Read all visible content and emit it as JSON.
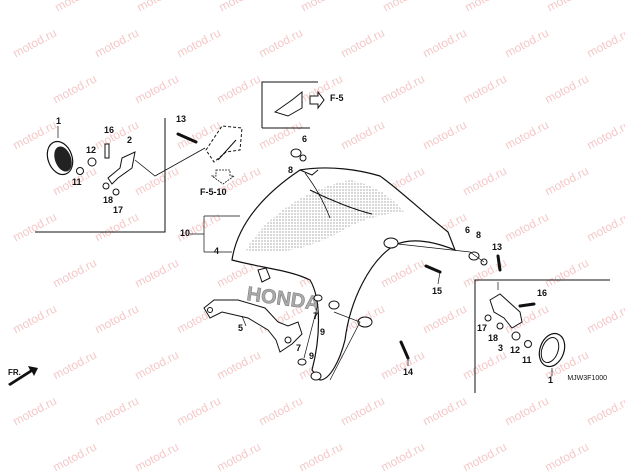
{
  "watermark": "motod.ru",
  "diagram_code": "MJW3F1000",
  "front_label": "FR.",
  "refs": {
    "f5": "F-5",
    "f510": "F-5-10"
  },
  "brand_text": "HONDA",
  "callouts": {
    "c1a": "1",
    "c1b": "1",
    "c2": "2",
    "c3": "3",
    "c4": "4",
    "c5": "5",
    "c6a": "6",
    "c6b": "6",
    "c7a": "7",
    "c7b": "7",
    "c8a": "8",
    "c8b": "8",
    "c9a": "9",
    "c9b": "9",
    "c10": "10",
    "c11a": "11",
    "c11b": "11",
    "c12a": "12",
    "c12b": "12",
    "c13a": "13",
    "c13b": "13",
    "c14": "14",
    "c15": "15",
    "c16a": "16",
    "c16b": "16",
    "c17a": "17",
    "c17b": "17",
    "c18a": "18",
    "c18b": "18"
  }
}
